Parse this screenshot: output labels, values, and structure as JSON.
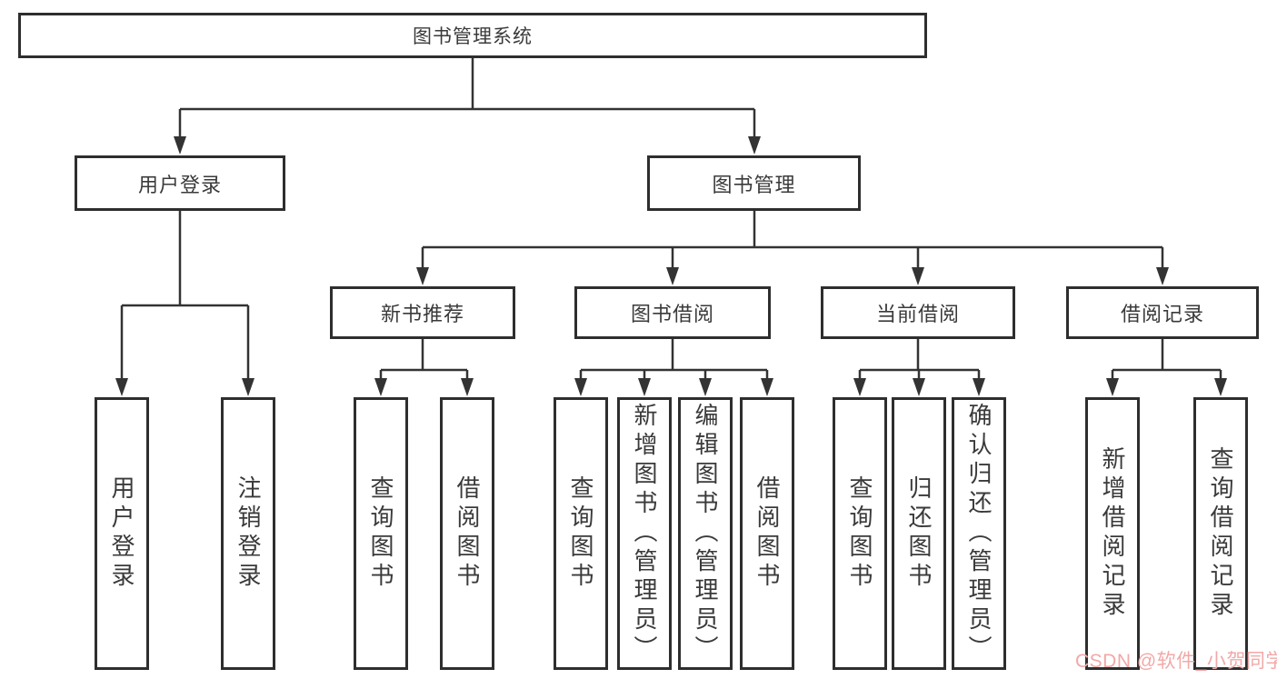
{
  "diagram": {
    "root": {
      "label": "图书管理系统"
    },
    "branches": [
      {
        "label": "用户登录",
        "children": [
          {
            "label": "用户登录"
          },
          {
            "label": "注销登录"
          }
        ]
      },
      {
        "label": "图书管理",
        "children": [
          {
            "label": "新书推荐",
            "children": [
              {
                "label": "查询图书"
              },
              {
                "label": "借阅图书"
              }
            ]
          },
          {
            "label": "图书借阅",
            "children": [
              {
                "label": "查询图书"
              },
              {
                "label": "新增图书（管理员）"
              },
              {
                "label": "编辑图书（管理员）"
              },
              {
                "label": "借阅图书"
              }
            ]
          },
          {
            "label": "当前借阅",
            "children": [
              {
                "label": "查询图书"
              },
              {
                "label": "归还图书"
              },
              {
                "label": "确认归还（管理员）"
              }
            ]
          },
          {
            "label": "借阅记录",
            "children": [
              {
                "label": "新增借阅记录"
              },
              {
                "label": "查询借阅记录"
              }
            ]
          }
        ]
      }
    ],
    "watermark": "CSDN @软件_小贺同学",
    "colors": {
      "box_border": "#2e2e2e",
      "connector": "#333333",
      "text": "#3a3a3a",
      "watermark": "#f2a8a8",
      "background": "#ffffff"
    }
  }
}
